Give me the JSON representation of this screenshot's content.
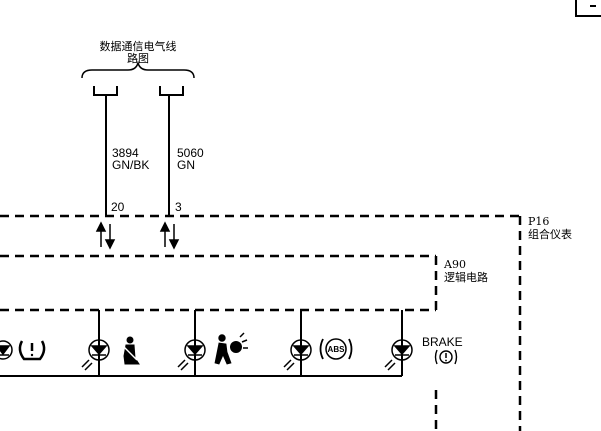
{
  "bus": {
    "title_line1": "数据通信电气线",
    "title_line2": "路图"
  },
  "wires": [
    {
      "circuit": "3894",
      "color": "GN/BK",
      "pin": "20"
    },
    {
      "circuit": "5060",
      "color": "GN",
      "pin": "3"
    }
  ],
  "modules": {
    "outer": {
      "ref": "P16",
      "name": "组合仪表"
    },
    "inner": {
      "ref": "A90",
      "name": "逻辑电路"
    }
  },
  "indicators": {
    "brake_text": "BRAKE",
    "abs_text": "ABS",
    "icons": [
      "led-icon",
      "tire-pressure-icon",
      "seatbelt-icon",
      "airbag-icon",
      "abs-icon",
      "brake-warning-icon"
    ]
  }
}
